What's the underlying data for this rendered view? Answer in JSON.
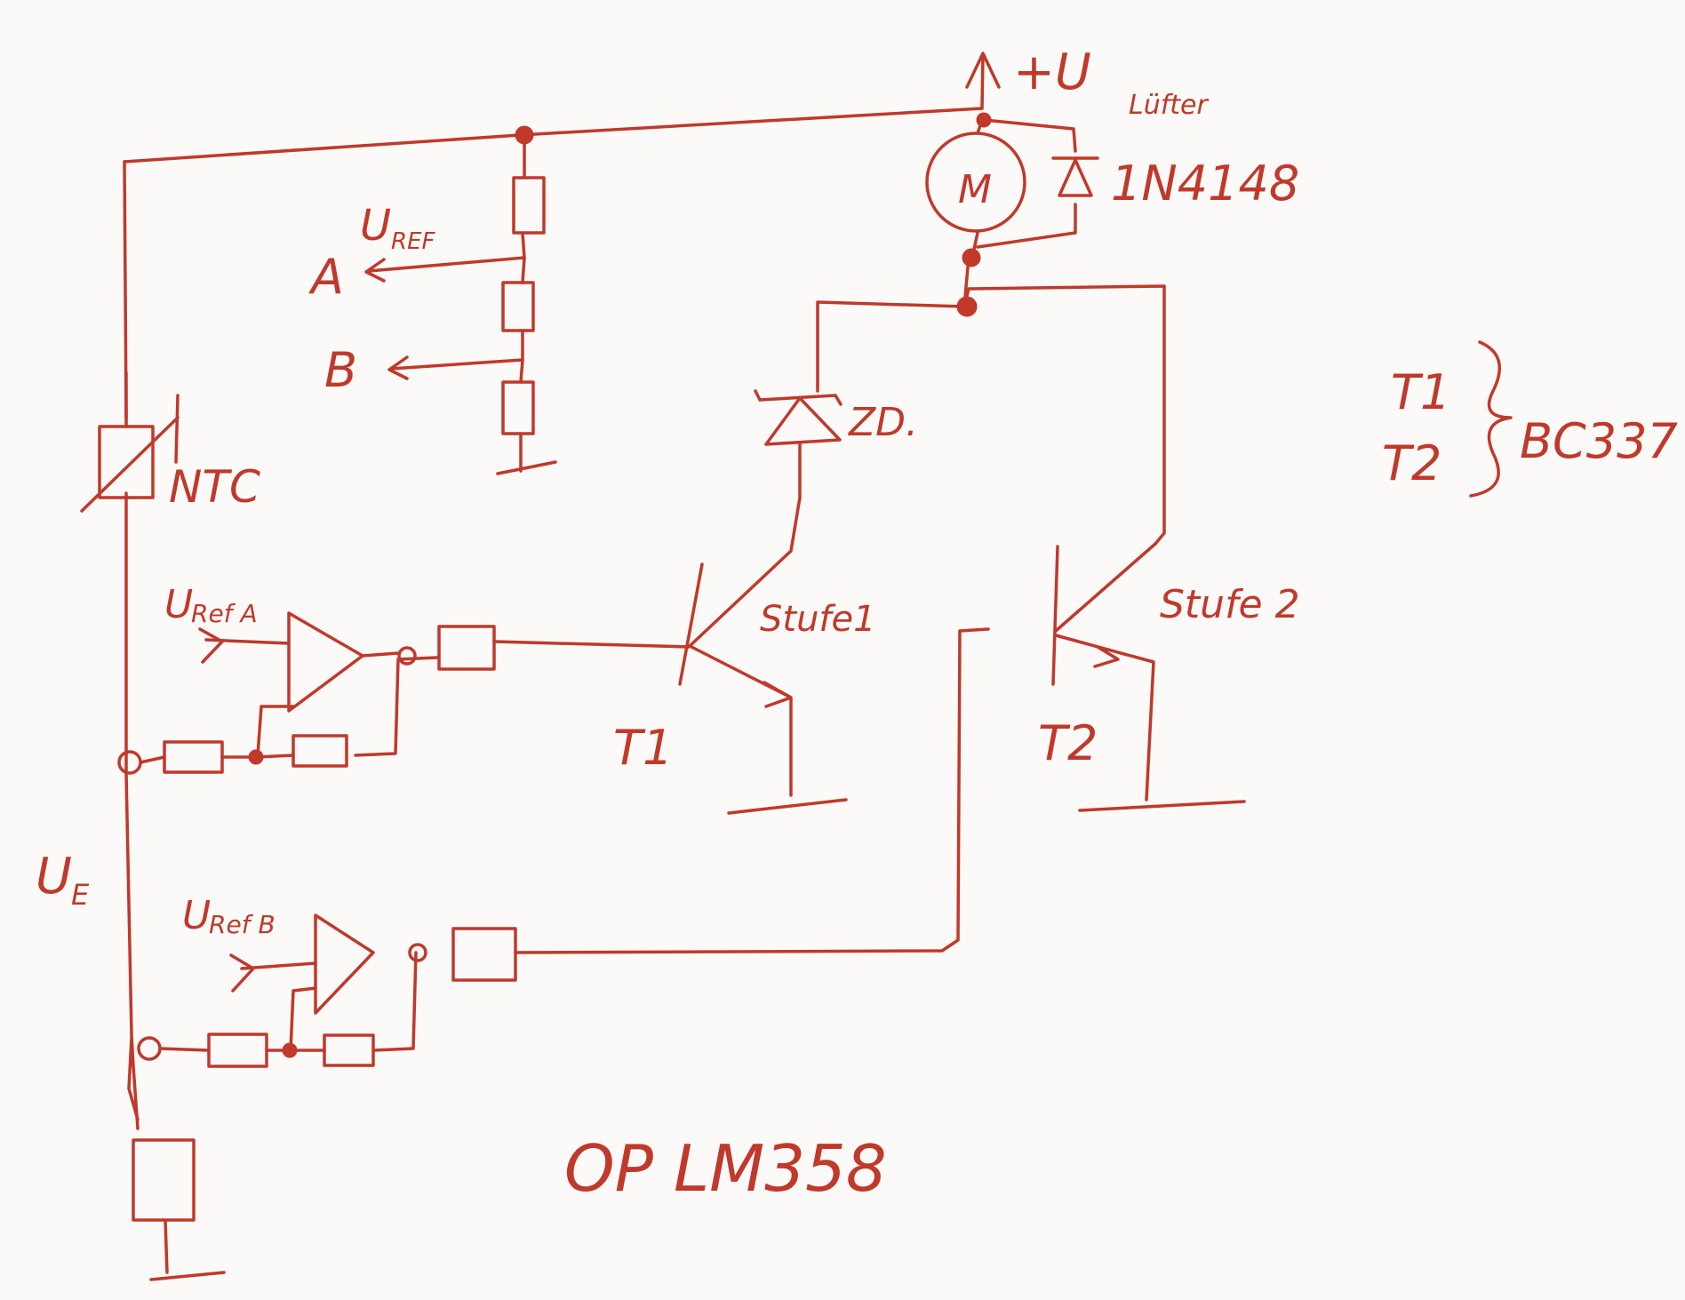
{
  "colors": {
    "ink": "#c0392b",
    "paper": "#fbfaf8"
  },
  "labels": {
    "supply": "+U",
    "supply_sub": "Lüfter",
    "motor": "M",
    "diode": "1N4148",
    "uref": "U",
    "uref_sub": "REF",
    "out_a": "A",
    "out_b": "B",
    "ntc": "NTC",
    "zener": "ZD.",
    "stage1": "Stufe1",
    "stage2": "Stufe 2",
    "t1": "T1",
    "t2": "T2",
    "ref_a": "U",
    "ref_a_sub": "Ref A",
    "ref_b": "U",
    "ref_b_sub": "Ref B",
    "input_voltage": "U",
    "input_voltage_sub": "E",
    "legend_t1": "T1",
    "legend_t2": "T2",
    "legend_part": "BC337",
    "opamp": "OP LM358"
  }
}
